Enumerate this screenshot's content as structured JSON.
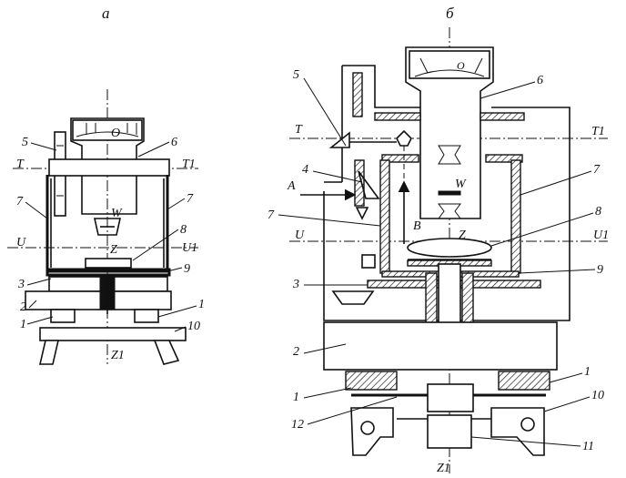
{
  "titles": {
    "left": "а",
    "right": "б"
  },
  "left": {
    "labels": {
      "n1a": "1",
      "n1b": "1",
      "n2": "2",
      "n3": "3",
      "n5": "5",
      "n6": "6",
      "n7a": "7",
      "n7b": "7",
      "n8": "8",
      "n9": "9",
      "n10": "10",
      "T": "T",
      "T1": "T1",
      "U": "U",
      "U1": "U1",
      "Z": "Z",
      "Z1": "Z1",
      "W": "W",
      "dial": "O"
    }
  },
  "right": {
    "labels": {
      "n1a": "1",
      "n1b": "1",
      "n2": "2",
      "n3": "3",
      "n4": "4",
      "n5": "5",
      "n6": "6",
      "n7a": "7",
      "n7b": "7",
      "n8": "8",
      "n9": "9",
      "n10": "10",
      "n11": "11",
      "n12": "12",
      "T": "T",
      "T1": "T1",
      "U": "U",
      "U1": "U1",
      "Z": "Z",
      "Z1": "Z1",
      "W": "W",
      "A": "A",
      "B": "B",
      "dial": "O"
    }
  }
}
